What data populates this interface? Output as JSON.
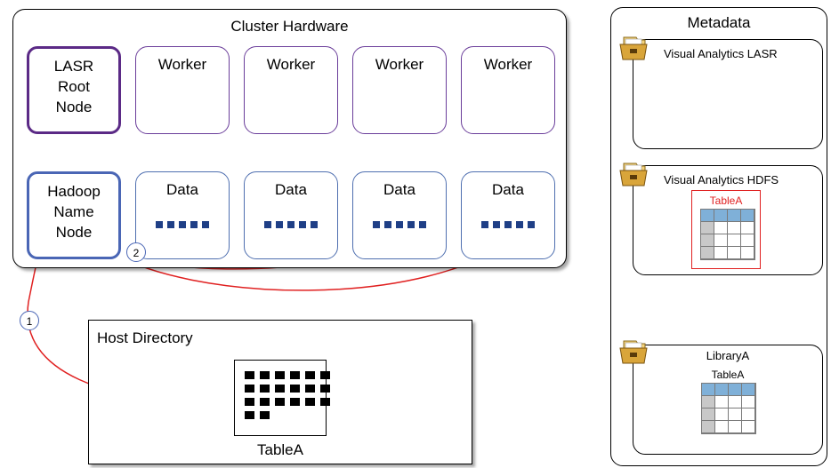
{
  "cluster": {
    "title": "Cluster Hardware",
    "root_node": {
      "line1": "LASR",
      "line2": "Root",
      "line3": "Node"
    },
    "workers": [
      "Worker",
      "Worker",
      "Worker",
      "Worker"
    ],
    "name_node": {
      "line1": "Hadoop",
      "line2": "Name",
      "line3": "Node"
    },
    "data_nodes": [
      "Data",
      "Data",
      "Data",
      "Data"
    ]
  },
  "host": {
    "title": "Host Directory",
    "table_label": "TableA"
  },
  "metadata": {
    "title": "Metadata",
    "folders": [
      {
        "label": "Visual Analytics LASR"
      },
      {
        "label": "Visual Analytics HDFS",
        "table_label": "TableA"
      },
      {
        "label": "LibraryA",
        "table_label": "TableA"
      }
    ]
  },
  "steps": [
    "1",
    "2"
  ],
  "colors": {
    "root_border": "#5b2a86",
    "worker_border": "#6a3d9a",
    "data_border": "#4f6fb0",
    "arrow": "#e02020",
    "highlight": "#e02020",
    "table_header": "#7fb0d8"
  }
}
